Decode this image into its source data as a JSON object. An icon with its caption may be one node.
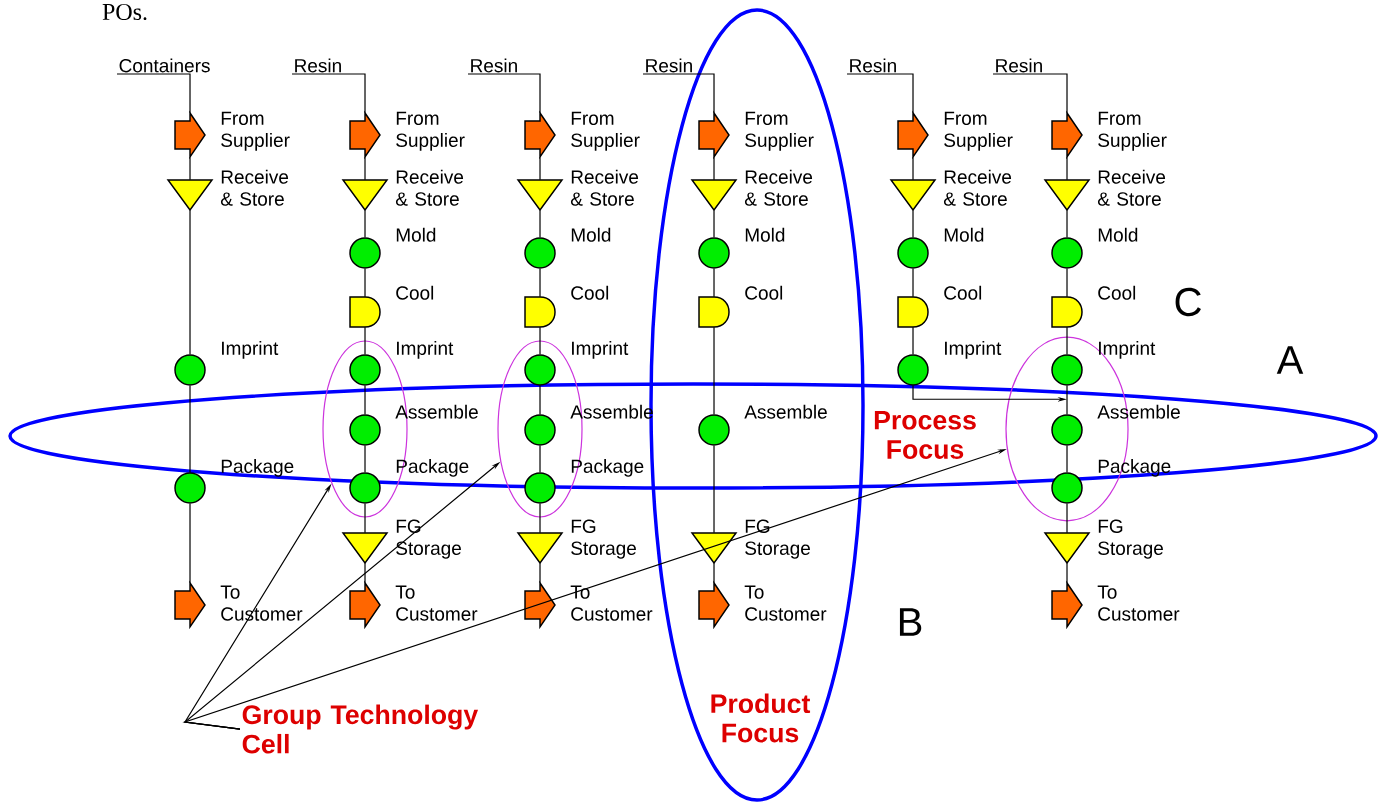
{
  "diagram": {
    "nodes": [
      {
        "text": [
          "Containers"
        ]
      },
      {
        "text": [],
        "shape": "pentagon",
        "beside": [
          "From Supplier"
        ]
      },
      {
        "text": [],
        "shape": "triangle",
        "beside": [
          "Receive & Store"
        ]
      },
      {
        "text": [],
        "shape": "circle",
        "beside": [
          "Imprint"
        ]
      },
      {
        "text": [],
        "shape": "circle",
        "beside": [
          "Package"
        ]
      },
      {
        "text": [],
        "shape": "pentagon",
        "beside": [
          "To Customer"
        ]
      },
      {
        "text": [
          "Resin"
        ]
      },
      {
        "text": [],
        "shape": "pentagon",
        "beside": [
          "From Supplier"
        ]
      },
      {
        "text": [],
        "shape": "triangle",
        "beside": [
          "Receive & Store"
        ]
      },
      {
        "text": [],
        "shape": "circle",
        "beside": [
          "Mold"
        ]
      },
      {
        "text": [],
        "shape": "d-shape",
        "beside": [
          "Cool"
        ]
      },
      {
        "text": [],
        "shape": "circle",
        "beside": [
          "Imprint"
        ],
        "in": 50
      },
      {
        "text": [],
        "shape": "circle",
        "beside": [
          "Assemble"
        ],
        "in": 50
      },
      {
        "text": [],
        "shape": "circle",
        "beside": [
          "Package"
        ],
        "in": 50
      },
      {
        "text": [],
        "shape": "triangle",
        "beside": [
          "FG Storage"
        ]
      },
      {
        "text": [],
        "shape": "pentagon",
        "beside": [
          "To Customer"
        ]
      },
      {
        "text": [
          "Resin"
        ]
      },
      {
        "text": [],
        "shape": "pentagon",
        "beside": [
          "From Supplier"
        ]
      },
      {
        "text": [],
        "shape": "triangle",
        "beside": [
          "Receive & Store"
        ]
      },
      {
        "text": [],
        "shape": "circle",
        "beside": [
          "Mold"
        ]
      },
      {
        "text": [],
        "shape": "d-shape",
        "beside": [
          "Cool"
        ]
      },
      {
        "text": [],
        "shape": "circle",
        "beside": [
          "Imprint"
        ],
        "in": 51
      },
      {
        "text": [],
        "shape": "circle",
        "beside": [
          "Assemble"
        ],
        "in": 51
      },
      {
        "text": [],
        "shape": "circle",
        "beside": [
          "Package"
        ],
        "in": 51
      },
      {
        "text": [],
        "shape": "triangle",
        "beside": [
          "FG Storage"
        ]
      },
      {
        "text": [],
        "shape": "pentagon",
        "beside": [
          "To Customer"
        ]
      },
      {
        "text": [
          "Resin"
        ]
      },
      {
        "text": [],
        "shape": "pentagon",
        "beside": [
          "From Supplier"
        ]
      },
      {
        "text": [],
        "shape": "triangle",
        "beside": [
          "Receive & Store"
        ]
      },
      {
        "text": [],
        "shape": "circle",
        "beside": [
          "Mold"
        ]
      },
      {
        "text": [],
        "shape": "d-shape",
        "beside": [
          "Cool"
        ]
      },
      {
        "text": [],
        "shape": "circle",
        "beside": [
          "Assemble"
        ]
      },
      {
        "text": [],
        "shape": "triangle",
        "beside": [
          "FG Storage"
        ]
      },
      {
        "text": [],
        "shape": "pentagon",
        "beside": [
          "To Customer"
        ]
      },
      {
        "text": [
          "Resin"
        ]
      },
      {
        "text": [],
        "shape": "pentagon",
        "beside": [
          "From Supplier"
        ]
      },
      {
        "text": [],
        "shape": "triangle",
        "beside": [
          "Receive & Store"
        ]
      },
      {
        "text": [],
        "shape": "circle",
        "beside": [
          "Mold"
        ]
      },
      {
        "text": [],
        "shape": "d-shape",
        "beside": [
          "Cool"
        ]
      },
      {
        "text": [],
        "shape": "circle",
        "beside": [
          "Imprint"
        ]
      },
      {
        "text": [
          "Resin"
        ]
      },
      {
        "text": [],
        "shape": "pentagon",
        "beside": [
          "From Supplier"
        ]
      },
      {
        "text": [],
        "shape": "triangle",
        "beside": [
          "Receive & Store"
        ]
      },
      {
        "text": [],
        "shape": "circle",
        "beside": [
          "Mold"
        ]
      },
      {
        "text": [],
        "shape": "d-shape",
        "beside": [
          "Cool"
        ]
      },
      {
        "text": [],
        "shape": "circle",
        "beside": [
          "Imprint"
        ],
        "in": 52
      },
      {
        "text": [],
        "shape": "circle",
        "beside": [
          "Assemble"
        ],
        "in": 52
      },
      {
        "text": [],
        "shape": "circle",
        "beside": [
          "Package"
        ],
        "in": 52
      },
      {
        "text": [],
        "shape": "triangle",
        "beside": [
          "FG Storage"
        ]
      },
      {
        "text": [],
        "shape": "pentagon",
        "beside": [
          "To Customer"
        ]
      },
      {
        "text": [],
        "shape": "ellipse"
      },
      {
        "text": [],
        "shape": "ellipse"
      },
      {
        "text": [],
        "shape": "ellipse"
      },
      {
        "text": [
          "Group Technology Cell"
        ]
      }
    ],
    "edges": [
      {
        "from": 0,
        "to": 1,
        "arrow": "none"
      },
      {
        "from": 1,
        "to": 2,
        "arrow": "none"
      },
      {
        "from": 2,
        "to": 3,
        "arrow": "none"
      },
      {
        "from": 3,
        "to": 4,
        "arrow": "none"
      },
      {
        "from": 4,
        "to": 5,
        "arrow": "none"
      },
      {
        "from": 6,
        "to": 7,
        "arrow": "none"
      },
      {
        "from": 7,
        "to": 8,
        "arrow": "none"
      },
      {
        "from": 8,
        "to": 9,
        "arrow": "none"
      },
      {
        "from": 9,
        "to": 10,
        "arrow": "none"
      },
      {
        "from": 10,
        "to": 11,
        "arrow": "none"
      },
      {
        "from": 11,
        "to": 12,
        "arrow": "none"
      },
      {
        "from": 12,
        "to": 13,
        "arrow": "none"
      },
      {
        "from": 13,
        "to": 14,
        "arrow": "none"
      },
      {
        "from": 14,
        "to": 15,
        "arrow": "none"
      },
      {
        "from": 16,
        "to": 17,
        "arrow": "none"
      },
      {
        "from": 17,
        "to": 18,
        "arrow": "none"
      },
      {
        "from": 18,
        "to": 19,
        "arrow": "none"
      },
      {
        "from": 19,
        "to": 20,
        "arrow": "none"
      },
      {
        "from": 20,
        "to": 21,
        "arrow": "none"
      },
      {
        "from": 21,
        "to": 22,
        "arrow": "none"
      },
      {
        "from": 22,
        "to": 23,
        "arrow": "none"
      },
      {
        "from": 23,
        "to": 24,
        "arrow": "none"
      },
      {
        "from": 24,
        "to": 25,
        "arrow": "none"
      },
      {
        "from": 26,
        "to": 27,
        "arrow": "none"
      },
      {
        "from": 27,
        "to": 28,
        "arrow": "none"
      },
      {
        "from": 28,
        "to": 29,
        "arrow": "none"
      },
      {
        "from": 29,
        "to": 30,
        "arrow": "none"
      },
      {
        "from": 30,
        "to": 31,
        "arrow": "none"
      },
      {
        "from": 31,
        "to": 32,
        "arrow": "none"
      },
      {
        "from": 32,
        "to": 33,
        "arrow": "none"
      },
      {
        "from": 34,
        "to": 35,
        "arrow": "none"
      },
      {
        "from": 35,
        "to": 36,
        "arrow": "none"
      },
      {
        "from": 36,
        "to": 37,
        "arrow": "none"
      },
      {
        "from": 37,
        "to": 38,
        "arrow": "none"
      },
      {
        "from": 38,
        "to": 39,
        "arrow": "none"
      },
      {
        "from": 39,
        "to": 46,
        "arrow": "to"
      },
      {
        "from": 40,
        "to": 41,
        "arrow": "none"
      },
      {
        "from": 41,
        "to": 42,
        "arrow": "none"
      },
      {
        "from": 42,
        "to": 43,
        "arrow": "none"
      },
      {
        "from": 43,
        "to": 44,
        "arrow": "none"
      },
      {
        "from": 44,
        "to": 45,
        "arrow": "none"
      },
      {
        "from": 45,
        "to": 46,
        "arrow": "none"
      },
      {
        "from": 46,
        "to": 47,
        "arrow": "none"
      },
      {
        "from": 47,
        "to": 48,
        "arrow": "none"
      },
      {
        "from": 48,
        "to": 49,
        "arrow": "none"
      },
      {
        "from": 53,
        "to": 50,
        "arrow": "to"
      },
      {
        "from": 53,
        "to": 51,
        "arrow": "to"
      },
      {
        "from": 53,
        "to": 52,
        "arrow": "to"
      }
    ],
    "labels": [
      "POs.",
      "C",
      "A",
      "Process Focus",
      "B",
      "Product Focus"
    ]
  }
}
